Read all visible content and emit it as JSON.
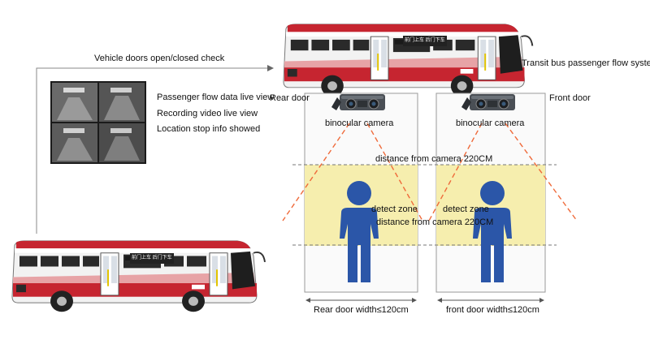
{
  "labels": {
    "doors_check": "Vehicle doors open/closed check",
    "system": "Transit bus passenger flow system",
    "rear_door": "Rear door",
    "front_door": "Front door",
    "live_flow": "Passenger flow data live view",
    "recording": "Recording video live view",
    "location": "Location stop info showed",
    "camera_left": "binocular camera",
    "camera_right": "binocular camera",
    "distance_top": "distance from camera 220CM",
    "distance_mid": "distance from camera 220CM",
    "zone_left": "detect zone",
    "zone_right": "detect zone",
    "width_rear": "Rear door width≤120cm",
    "width_front": "front door width≤120cm",
    "bus_sign": "前门上车 后门下车"
  },
  "colors": {
    "bus_red": "#c62530",
    "zone_yellow": "#f6eeae",
    "person_blue": "#2b56a8",
    "camera_dark": "#4a4f55",
    "dash_orange": "#ef6a3a"
  },
  "monitor_screens": 4
}
